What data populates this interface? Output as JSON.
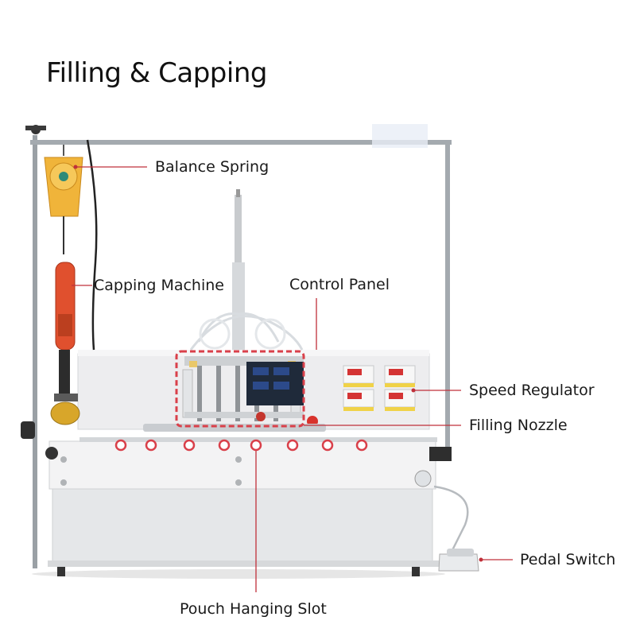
{
  "title": "Filling & Capping",
  "labels": {
    "balance_spring": "Balance Spring",
    "capping_machine": "Capping Machine",
    "control_panel": "Control Panel",
    "speed_regulator": "Speed Regulator",
    "filling_nozzle": "Filling Nozzle",
    "pedal_switch": "Pedal Switch",
    "pouch_hanging_slot": "Pouch Hanging Slot"
  },
  "colors": {
    "callout_line": "#c0303a",
    "highlight_box": "#d9404a",
    "tool_body": "#e0502e",
    "spring_body": "#f0b43a",
    "frame": "#8e9499",
    "cabinet": "#eceef0"
  }
}
